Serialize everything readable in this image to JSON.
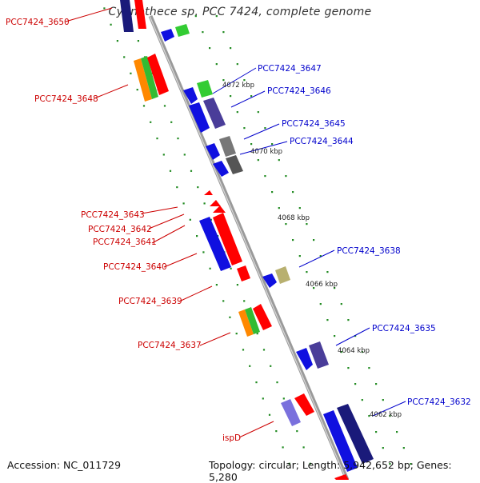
{
  "title": "Cyanothece sp. PCC 7424, complete genome",
  "accession": "Accession: NC_011729",
  "summary": "Topology: circular; Length: 5,942,652 bp; Genes: 5,280",
  "colors": {
    "plus_label": "#0000cc",
    "minus_label": "#cc0000",
    "dots": "#228b22",
    "backbone": "#9a9a9a"
  },
  "kbp_ticks": [
    "4072 kbp",
    "4070 kbp",
    "4068 kbp",
    "4066 kbp",
    "4064 kbp",
    "4062 kbp"
  ],
  "genes_plus": [
    "PCC7424_3647",
    "PCC7424_3646",
    "PCC7424_3645",
    "PCC7424_3644",
    "PCC7424_3638",
    "PCC7424_3635",
    "PCC7424_3632"
  ],
  "genes_minus": [
    "PCC7424_3650",
    "PCC7424_3648",
    "PCC7424_3643",
    "PCC7424_3642",
    "PCC7424_3641",
    "PCC7424_3640",
    "PCC7424_3639",
    "PCC7424_3637",
    "ispD"
  ]
}
